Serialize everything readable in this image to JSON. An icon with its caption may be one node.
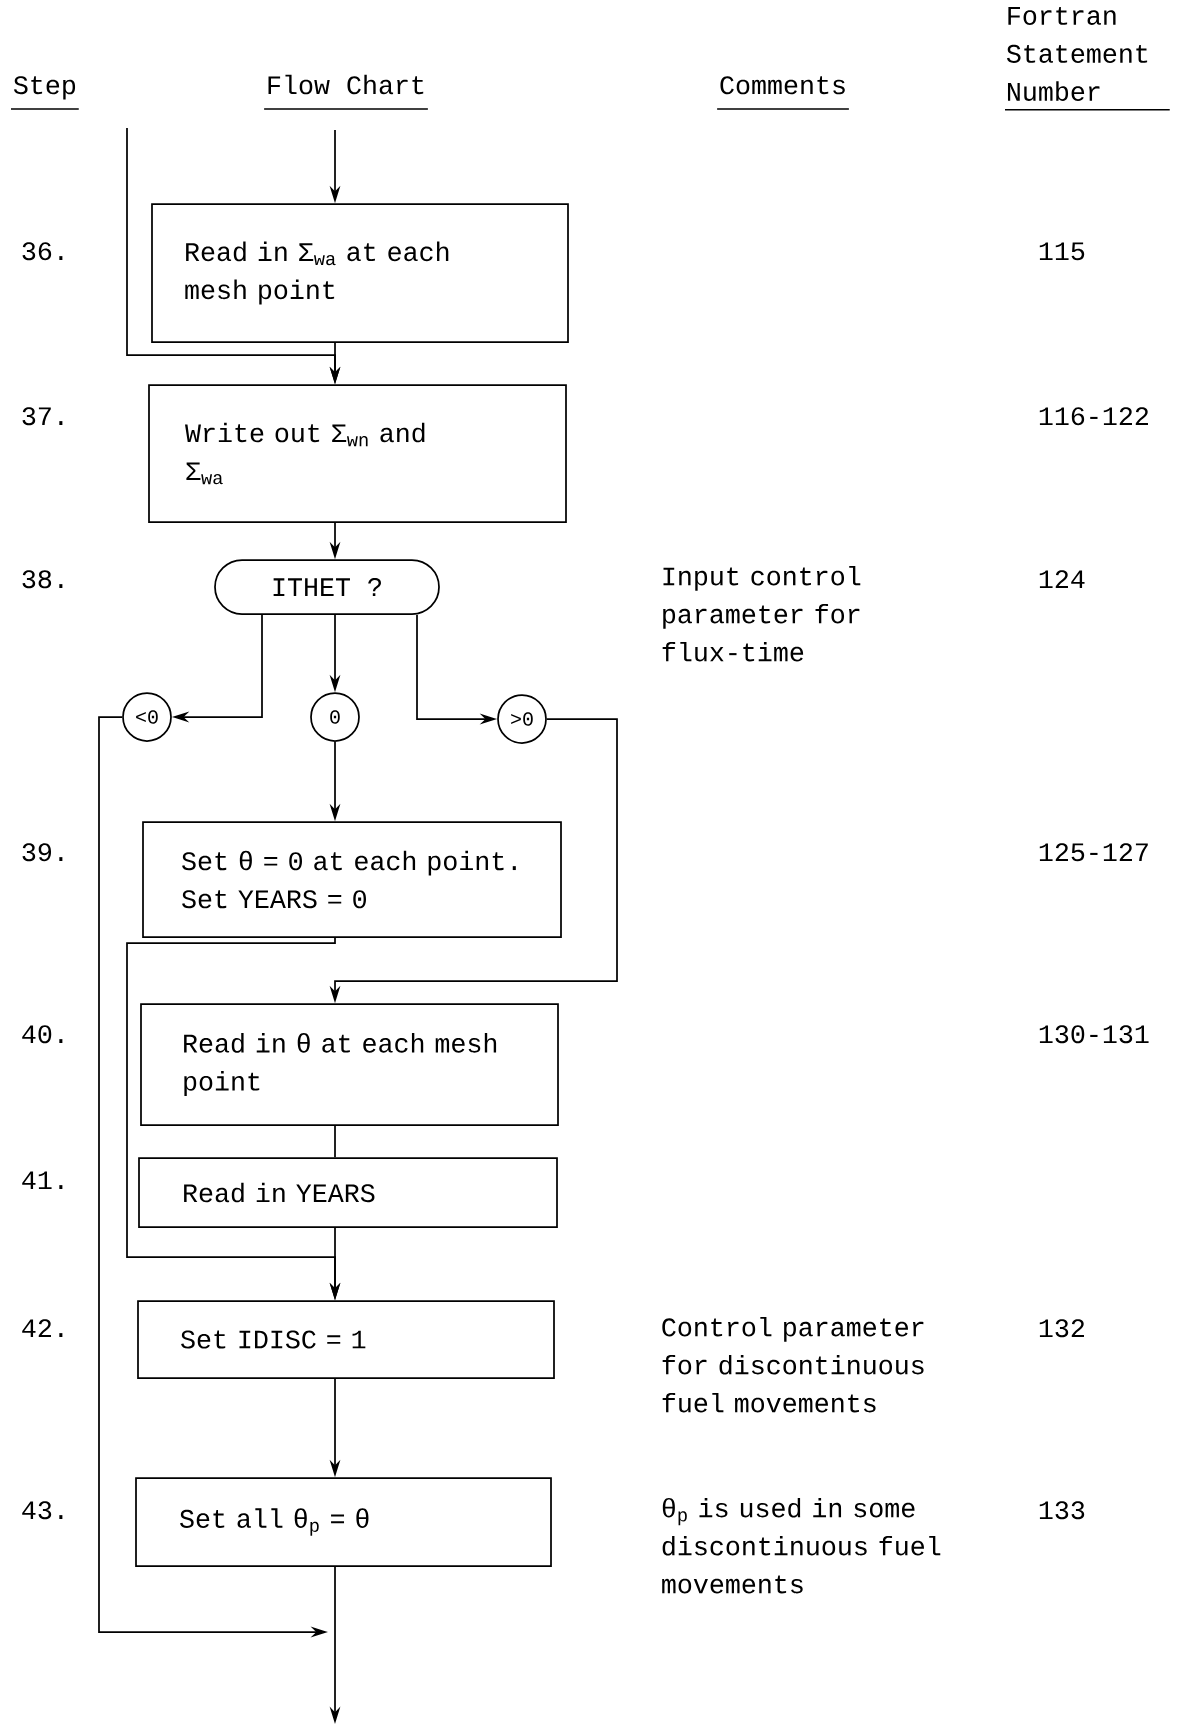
{
  "diagram": {
    "nodes": [
      {
        "text": [
          "Read in Σ$_{wa}$ at each mesh point"
        ]
      },
      {
        "text": [
          "Write out Σ$_{wn}$ and Σ$_{wa}$"
        ]
      },
      {
        "text": [
          "ITHET ?"
        ]
      },
      {
        "text": [
          "<0"
        ]
      },
      {
        "text": [
          "0"
        ]
      },
      {
        "text": [
          ">0"
        ]
      },
      {
        "text": [
          "Set θ = 0 at each point. Set YEARS = 0"
        ]
      },
      {
        "text": [
          "Read in θ at each mesh point"
        ]
      },
      {
        "text": [
          "Read in YEARS"
        ]
      },
      {
        "text": [
          "Set IDISC = 1"
        ]
      },
      {
        "text": [
          "Set all θ$_{p}$ = θ"
        ]
      }
    ],
    "edges": [
      {
        "from": null,
        "to": 0,
        "arrow": "to"
      },
      {
        "from": null,
        "to": 1,
        "arrow": "to"
      },
      {
        "from": 0,
        "to": 1,
        "arrow": "to"
      },
      {
        "from": 1,
        "to": 2,
        "arrow": "to"
      },
      {
        "from": 2,
        "to": 3,
        "arrow": "to"
      },
      {
        "from": 2,
        "to": 4,
        "arrow": "to"
      },
      {
        "from": 2,
        "to": 5,
        "arrow": "to"
      },
      {
        "from": 3,
        "to": null,
        "arrow": "to"
      },
      {
        "from": 4,
        "to": 6,
        "arrow": "to"
      },
      {
        "from": 5,
        "to": 7,
        "arrow": "to"
      },
      {
        "from": 6,
        "to": 9,
        "arrow": "to"
      },
      {
        "from": 7,
        "to": 8,
        "arrow": "none"
      },
      {
        "from": 8,
        "to": 9,
        "arrow": "to"
      },
      {
        "from": 9,
        "to": 10,
        "arrow": "to"
      },
      {
        "from": 10,
        "to": null,
        "arrow": "to"
      }
    ],
    "labels": [
      "Step",
      "Flow Chart",
      "Comments",
      "Fortran Statement Number",
      "36.",
      "115",
      "37.",
      "116-122",
      "38.",
      "Input control parameter for flux-time",
      "124",
      "39.",
      "125-127",
      "40.",
      "130-131",
      "41.",
      "42.",
      "Control parameter for discontinuous fuel movements",
      "132",
      "43.",
      "θ$_{p}$ is used in some discontinuous fuel movements",
      "133"
    ]
  }
}
